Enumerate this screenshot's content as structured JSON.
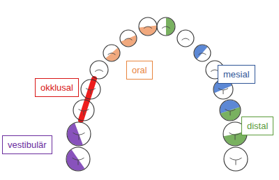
{
  "diagram": {
    "nodes": [
      {
        "text": [
          "oral"
        ]
      },
      {
        "text": [
          "mesial"
        ]
      },
      {
        "text": [
          "okklusal"
        ]
      },
      {
        "text": [
          "distal"
        ]
      },
      {
        "text": [
          "vestibulär"
        ]
      }
    ]
  }
}
